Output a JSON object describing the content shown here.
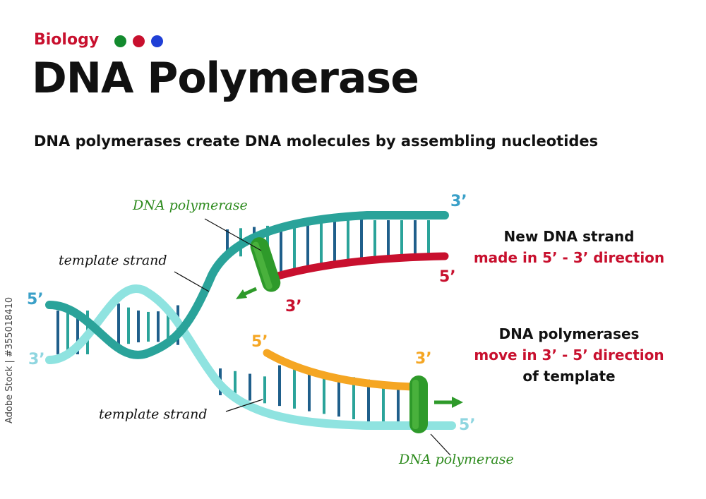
{
  "header": {
    "category": "Biology",
    "title": "DNA Polymerase",
    "subtitle": "DNA polymerases create DNA molecules by assembling nucleotides",
    "category_dots": [
      "#138a2e",
      "#c8102e",
      "#1f3fd6"
    ]
  },
  "labels": {
    "polymerase_top": "DNA polymerase",
    "polymerase_bottom": "DNA polymerase",
    "template_top": "template strand",
    "template_bottom": "template strand"
  },
  "ends": {
    "top_template_3": "3’",
    "new_strand_5": "5’",
    "new_strand_3": "3’",
    "left_top_5": "5’",
    "left_bottom_3": "3’",
    "lagging_5": "5’",
    "lagging_3": "3’",
    "bottom_template_5": "5’"
  },
  "notes": {
    "new_strand_line1": "New DNA strand",
    "new_strand_line2": "made in 5’ - 3’ direction",
    "move_line1": "DNA polymerases",
    "move_line2": "move in 3’ - 5’ direction",
    "move_line3": "of template"
  },
  "watermark": {
    "stock_id": "Adobe Stock | #355018410"
  },
  "colors": {
    "teal_strand": "#2aa39a",
    "light_strand": "#8fe3e0",
    "new_strand": "#c8102e",
    "lagging_strand": "#f5a623",
    "polymerase": "#2e9a2a",
    "rung_dark": "#1f5f8b",
    "text_dark": "#111111",
    "label_green": "#2e8b1e",
    "end_blue": "#3aa0c8"
  }
}
